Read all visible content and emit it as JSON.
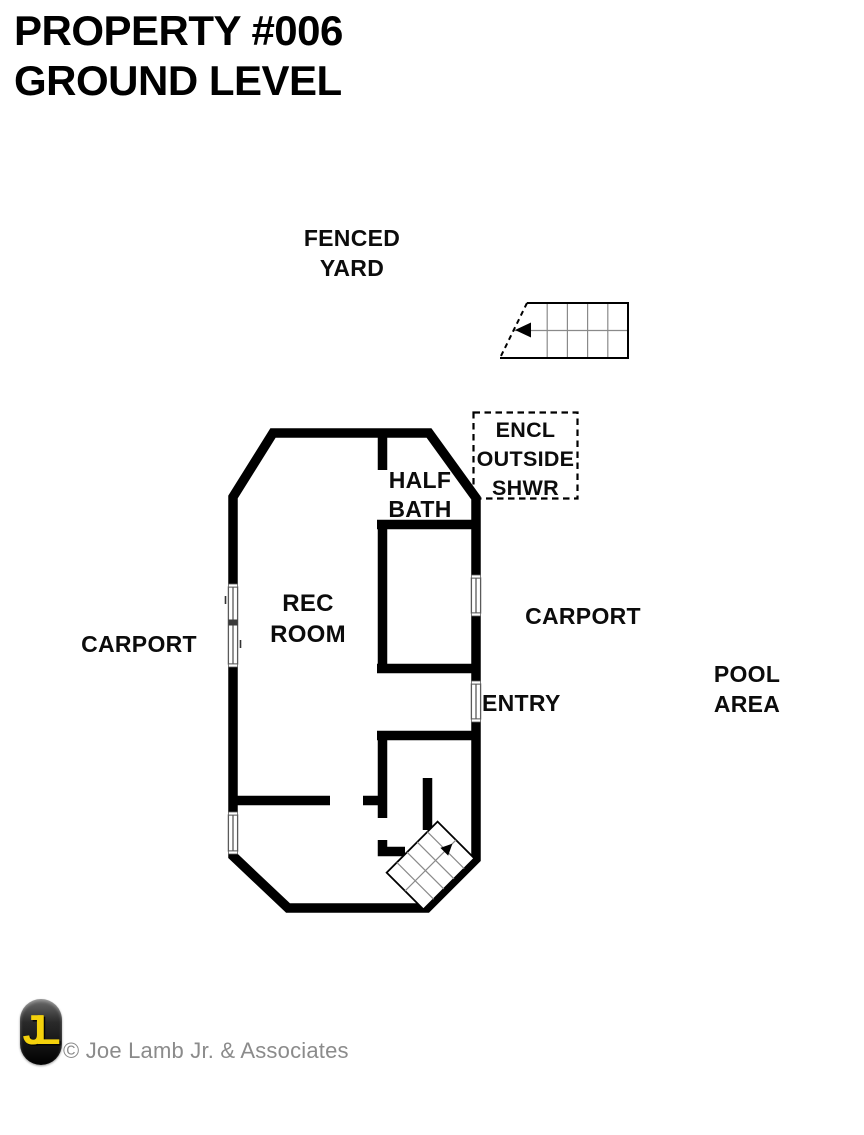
{
  "title": {
    "line1": "PROPERTY #006",
    "line2": "GROUND LEVEL"
  },
  "plan": {
    "fenced_yard": {
      "line1": "FENCED",
      "line2": "YARD"
    },
    "shower": {
      "line1": "ENCL",
      "line2": "OUTSIDE",
      "line3": "SHWR"
    },
    "half_bath": {
      "line1": "HALF",
      "line2": "BATH"
    },
    "rec_room": {
      "line1": "REC",
      "line2": "ROOM"
    },
    "carport_left": "CARPORT",
    "carport_right": "CARPORT",
    "entry": "ENTRY",
    "pool_area": {
      "line1": "POOL",
      "line2": "AREA"
    }
  },
  "footer": {
    "logo_monogram": "JL",
    "copyright": "© Joe Lamb Jr. & Associates"
  },
  "colors": {
    "wall": "#000000",
    "window_frame": "#5a5a5a",
    "stair_grid": "#8a8a8a",
    "logo_yellow": "#f4d10c",
    "copyright_gray": "#8b8b8b"
  }
}
